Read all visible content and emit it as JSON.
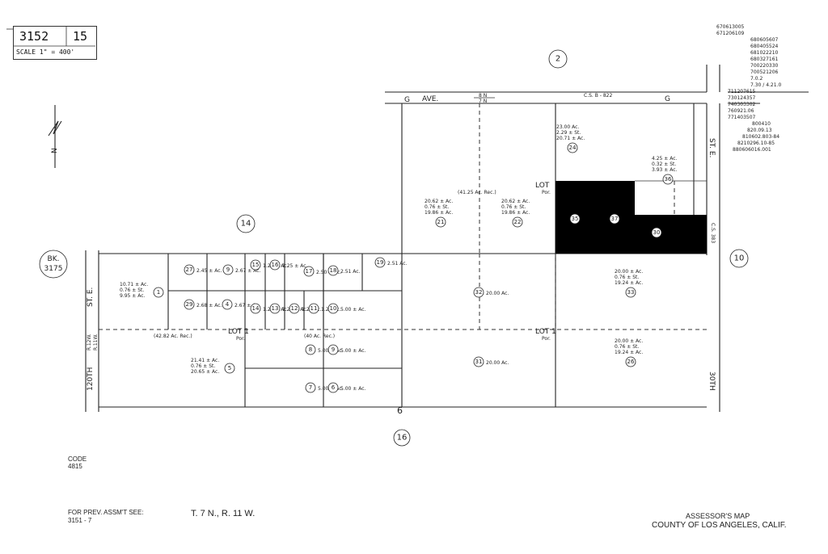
{
  "header": {
    "book": "3152",
    "page": "15",
    "scale": "SCALE 1\" = 400'"
  },
  "revision_codes": [
    "670613005",
    "671206109",
    "680605607",
    "680405524",
    "681022210",
    "680327161",
    "700220330",
    "700521206",
    "7.0.2",
    "7.30 / 4.21.0",
    "711207615",
    "730124357",
    "740303302",
    "760921.06",
    "771403507",
    "800410",
    "820.09.13",
    "810602.803-84",
    "8210296.10-85",
    "880606016.001"
  ],
  "north": "N",
  "streets": {
    "g_ave_left": "G",
    "g_ave_word": "AVE.",
    "g_ave_right": "G",
    "cs_top": "C.S. B - 822",
    "eight_n": "8 N",
    "seven_n": "7 N",
    "st_e_right": "ST. E.",
    "cs_right": "C.S. 383",
    "st_e_left": "ST. E.",
    "street_120th": "120TH",
    "r12w": "R.12W.",
    "r11w": "R.11W.",
    "street_30th": "30TH"
  },
  "adjoining": {
    "bk": "BK.",
    "bk_num": "3175",
    "n14": "14",
    "n2": "2",
    "n10": "10",
    "n16": "16",
    "section": "6"
  },
  "lots": {
    "lot_left": "LOT 1",
    "lot_left_por": "Por.",
    "lot_mid": "LOT 1",
    "lot_mid_por": "Por.",
    "lot_top": "LOT",
    "lot_top_por": "Por.",
    "rec_4282": "(42.82 Ac. Rec.)",
    "rec_40": "(40 Ac. Rec.)",
    "rec_4125": "(41.25 Ac. Rec.)"
  },
  "parcels": [
    {
      "num": "1",
      "area": "10.71 ± Ac.",
      "area2": "0.76 ± St.",
      "area3": "9.95 ± Ac."
    },
    {
      "num": "27",
      "area": "2.45 ± Ac."
    },
    {
      "num": "9",
      "area": "2.67 ± Ac."
    },
    {
      "num": "15",
      "area": "1.25 ± Ac."
    },
    {
      "num": "16",
      "area": "1.25 ± Ac."
    },
    {
      "num": "17",
      "area": "2.50 ± Ac."
    },
    {
      "num": "18",
      "area": "2.51 Ac."
    },
    {
      "num": "19",
      "area": "2.51 Ac."
    },
    {
      "num": "29",
      "area": "2.68 ± Ac."
    },
    {
      "num": "4",
      "area": "2.67 ± Ac."
    },
    {
      "num": "14",
      "area": "1.25 ± Ac."
    },
    {
      "num": "13",
      "area": "1.25 ± Ac."
    },
    {
      "num": "12",
      "area": "1.25 Ac."
    },
    {
      "num": "11",
      "area": "1.25 Ac."
    },
    {
      "num": "10",
      "area": "5.00 ± Ac."
    },
    {
      "num": "5",
      "area": "21.41 ± Ac.",
      "area2": "0.76 ± St.",
      "area3": "20.65 ± Ac."
    },
    {
      "num": "8",
      "area": "5.00 ± Ac."
    },
    {
      "num": "9",
      "area": "5.00 ± Ac."
    },
    {
      "num": "7",
      "area": "5.00 ± Ac."
    },
    {
      "num": "6",
      "area": "5.00 ± Ac."
    },
    {
      "num": "21",
      "area": "20.62 ± Ac.",
      "area2": "0.76 ± St.",
      "area3": "19.86 ± Ac."
    },
    {
      "num": "22",
      "area": "20.62 ± Ac.",
      "area2": "0.76 ± St.",
      "area3": "19.86 ± Ac."
    },
    {
      "num": "24",
      "area": "23.00 Ac.",
      "area2": "2.29 ± St.",
      "area3": "20.71 ± Ac."
    },
    {
      "num": "35"
    },
    {
      "num": "37"
    },
    {
      "num": "30"
    },
    {
      "num": "36",
      "area": "4.25 ± Ac.",
      "area2": "0.32 ± St.",
      "area3": "3.93 ± Ac."
    },
    {
      "num": "32",
      "area": "20.00 Ac."
    },
    {
      "num": "33",
      "area": "20.00 ± Ac.",
      "area2": "0.76 ± St.",
      "area3": "19.24 ± Ac."
    },
    {
      "num": "31",
      "area": "20.00 Ac."
    },
    {
      "num": "26",
      "area": "20.00 ± Ac.",
      "area2": "0.76 ± St.",
      "area3": "19.24 ± Ac."
    }
  ],
  "footer": {
    "code_label": "CODE",
    "code_value": "4815",
    "prev_label": "FOR PREV. ASSM'T SEE:",
    "prev_value": "3151 - 7",
    "township": "T. 7 N., R. 11 W.",
    "map_title": "ASSESSOR'S MAP",
    "county": "COUNTY OF LOS ANGELES, CALIF."
  }
}
